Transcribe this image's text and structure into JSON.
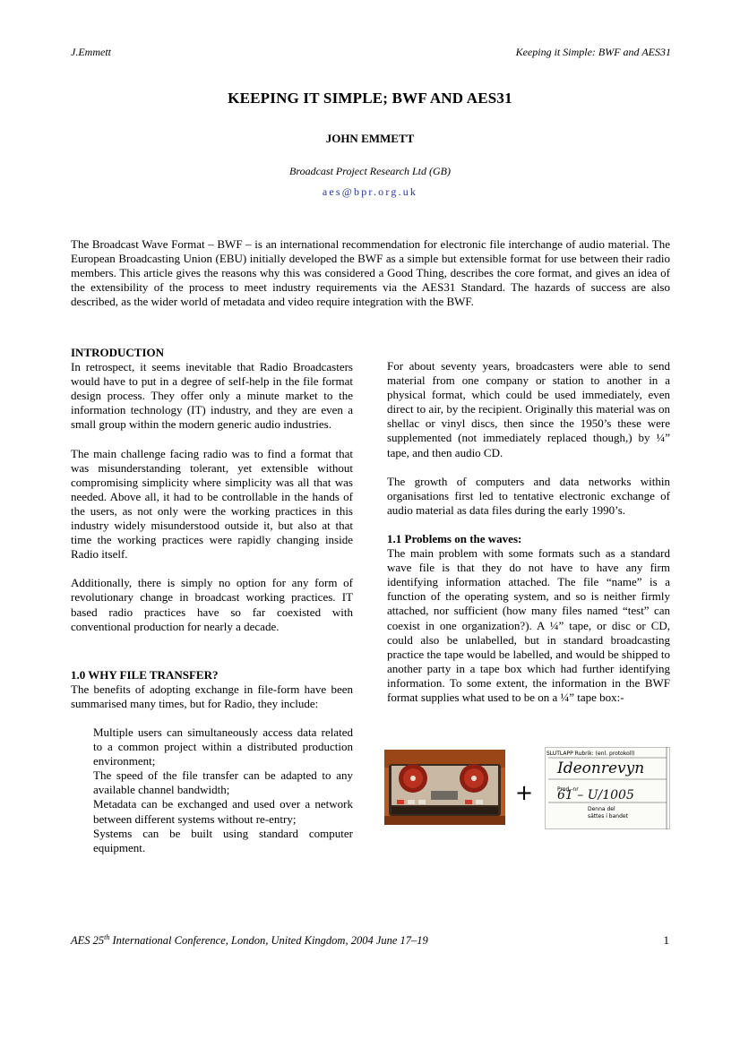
{
  "header": {
    "left": "J.Emmett",
    "right": "Keeping it Simple: BWF and AES31"
  },
  "title": "KEEPING IT SIMPLE; BWF AND AES31",
  "author": "JOHN EMMETT",
  "affiliation": "Broadcast Project Research Ltd (GB)",
  "email": "aes@bpr.org.uk",
  "abstract": " The Broadcast Wave Format – BWF – is an international recommendation for electronic file interchange of audio material.  The European Broadcasting Union (EBU) initially developed the BWF as a simple but extensible format for use between their radio members.  This article gives the reasons why this was considered a Good Thing, describes the core format, and gives an idea of the extensibility of the process to meet industry requirements via the AES31 Standard.  The hazards of success are also described, as the wider world of metadata and video require integration with the BWF.",
  "left_column": {
    "intro_heading": "INTRODUCTION",
    "intro_p1": "In retrospect, it seems inevitable that Radio Broadcasters would have to put in a degree of self-help in the file format design process. They offer only a minute market to the information technology (IT) industry, and they are even a small group within the modern generic audio industries.",
    "intro_p2": "The main challenge facing radio was to find a format that was misunderstanding tolerant, yet extensible without compromising simplicity where simplicity was all that was needed. Above all, it had to be controllable in the hands of the users, as not only were the working practices in this industry widely misunderstood outside it, but also at that time the working practices were rapidly changing inside Radio itself.",
    "intro_p3": "Additionally, there is simply no option for any form of revolutionary change in broadcast working practices. IT based radio practices have so far coexisted with conventional production for nearly a decade.",
    "why_heading": "1.0 WHY FILE TRANSFER?",
    "why_p1": "The benefits of adopting exchange in file-form have been summarised many times, but for Radio, they include:",
    "bullets": [
      "Multiple users can simultaneously access data related to a common project within a distributed production environment;",
      " The speed of the file transfer can be adapted to any available channel bandwidth;",
      "Metadata can be exchanged and used over a network between different systems without re-entry;",
      "Systems can be built using standard computer equipment."
    ]
  },
  "right_column": {
    "p1": "For about seventy years, broadcasters were able to send material from one company or station to another in a physical format, which could be used immediately, even direct to air, by the recipient.  Originally this material was on shellac or vinyl discs, then since the 1950’s these were supplemented (not immediately replaced though,) by ¼” tape, and then audio CD.",
    "p2": "The growth of computers and data networks within organisations first led to tentative electronic exchange of audio material as data files during the early 1990’s.",
    "problems_heading": "1.1  Problems on the waves:",
    "p3": "The main problem with some formats such as a standard wave file is that they do not have to have any firm identifying information attached. The file “name” is a function of the operating system, and so is neither firmly attached, nor sufficient (how many files named “test” can coexist in one organization?).  A ¼” tape, or disc or CD, could also be unlabelled, but in standard broadcasting practice the tape would be labelled, and would be shipped to another party in a tape box which had further identifying information. To some extent, the information in the BWF format supplies what used to be on a ¼” tape box:-"
  },
  "figure": {
    "plus": "+",
    "label_header": "SLUTLAPP  Rubrik: (enl. protokoll)",
    "label_title": "Ideonrevyn",
    "label_prod_prefix": "Prod.-nr",
    "label_prod_number": "61 – U/1005",
    "label_note_1": "Denna  del",
    "label_note_2": "sättes  i  bandet"
  },
  "footer": {
    "conf_prefix": "AES 25",
    "conf_sup": "th",
    "conf_suffix": " International Conference, London, United Kingdom, 2004 June 17–19",
    "page_number": "1"
  }
}
